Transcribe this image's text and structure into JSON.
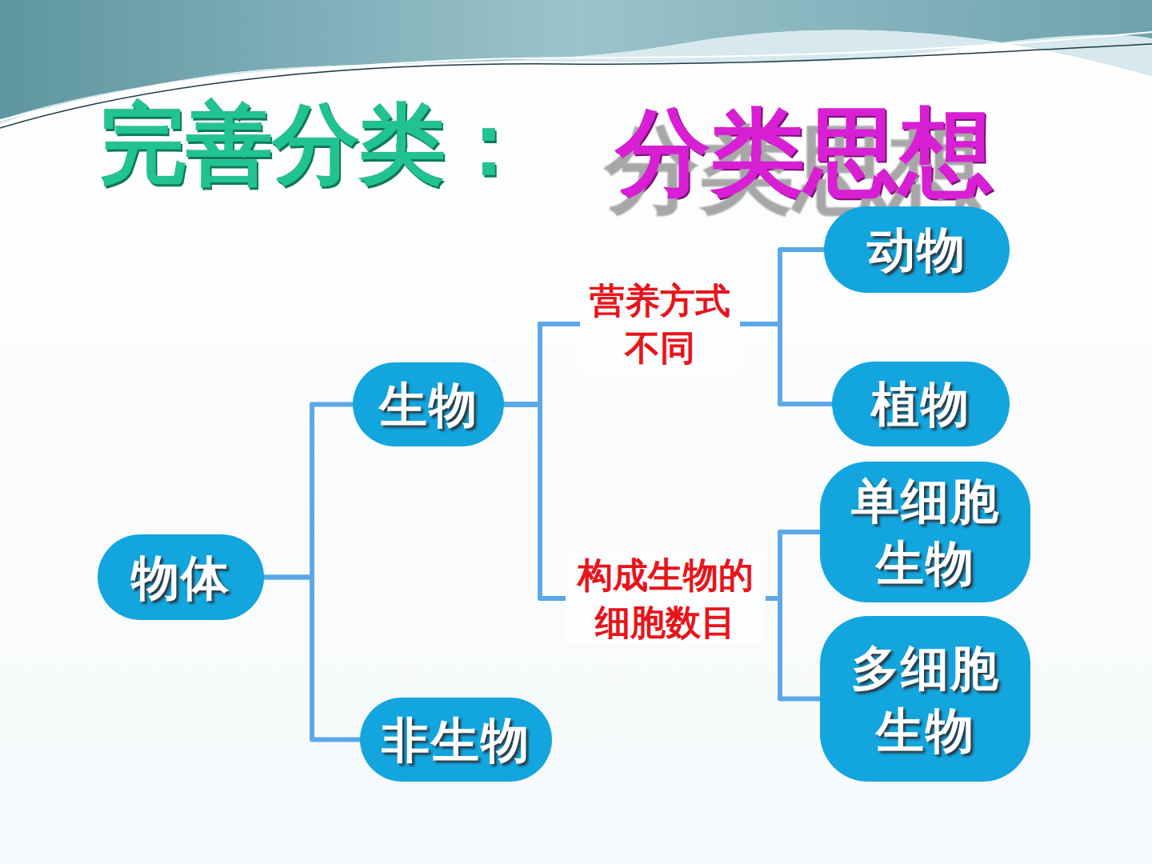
{
  "diagram": {
    "title": "完善分类：",
    "nodes": [
      {
        "text": [
          "物体"
        ]
      },
      {
        "text": [
          "生物"
        ]
      },
      {
        "text": [
          "非生物"
        ]
      },
      {
        "text": [
          "动物"
        ]
      },
      {
        "text": [
          "植物"
        ]
      },
      {
        "text": [
          "单细胞 生物"
        ]
      },
      {
        "text": [
          "多细胞 生物"
        ]
      }
    ],
    "edges": [
      {
        "from": 0,
        "to": 1,
        "arrow": "none"
      },
      {
        "from": 0,
        "to": 2,
        "arrow": "none"
      },
      {
        "from": 1,
        "to": 3,
        "label": "营养方式 不同",
        "arrow": "none"
      },
      {
        "from": 1,
        "to": 4,
        "arrow": "none"
      },
      {
        "from": 1,
        "to": 5,
        "label": "构成生物的 细胞数目",
        "arrow": "none"
      },
      {
        "from": 1,
        "to": 6,
        "arrow": "none"
      }
    ],
    "labels": [
      "分类思想"
    ]
  }
}
